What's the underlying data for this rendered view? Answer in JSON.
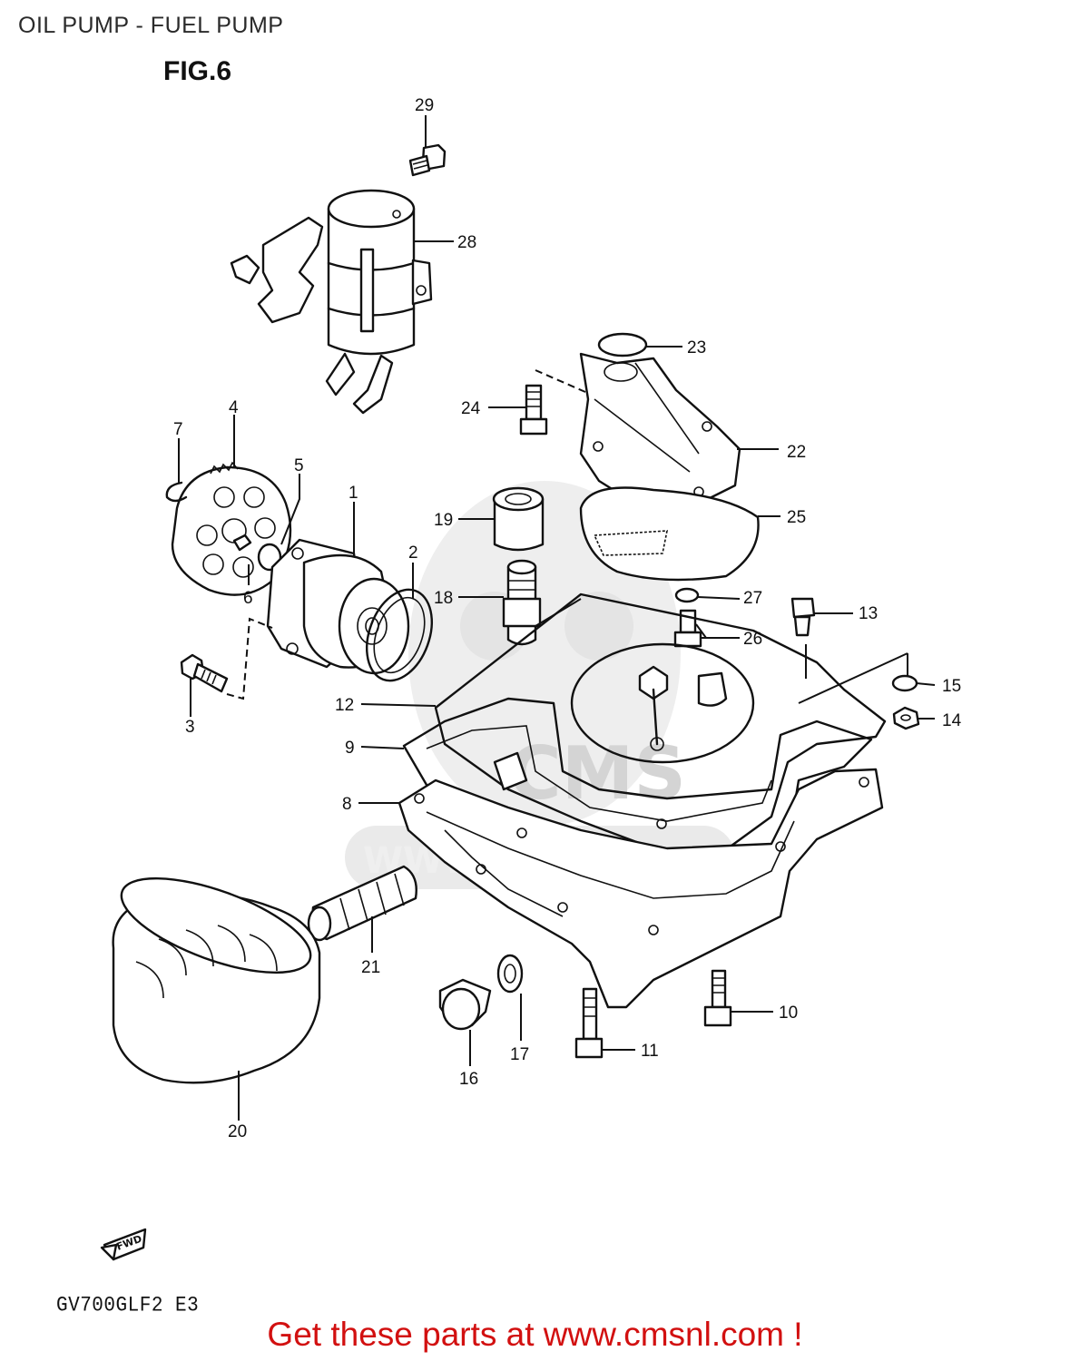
{
  "title": "OIL PUMP - FUEL PUMP",
  "figure_label": "FIG.6",
  "model_code": "GV700GLF2 E3",
  "cta_text": "Get these parts at www.cmsnl.com !",
  "fwd_label": "FWD",
  "watermark": {
    "logo_text": "CMS",
    "url_text": "WWW.CMSNL.COM"
  },
  "callouts": {
    "c1": "1",
    "c2": "2",
    "c3": "3",
    "c4": "4",
    "c5": "5",
    "c6": "6",
    "c7": "7",
    "c8": "8",
    "c9": "9",
    "c10": "10",
    "c11": "11",
    "c12": "12",
    "c13": "13",
    "c14": "14",
    "c15": "15",
    "c16": "16",
    "c17": "17",
    "c18": "18",
    "c19": "19",
    "c20": "20",
    "c21": "21",
    "c22": "22",
    "c23": "23",
    "c24": "24",
    "c25": "25",
    "c26": "26",
    "c27": "27",
    "c28": "28",
    "c29": "29"
  },
  "colors": {
    "cta": "#d21010",
    "ink": "#111111",
    "watermark": "#d9d9d9"
  }
}
